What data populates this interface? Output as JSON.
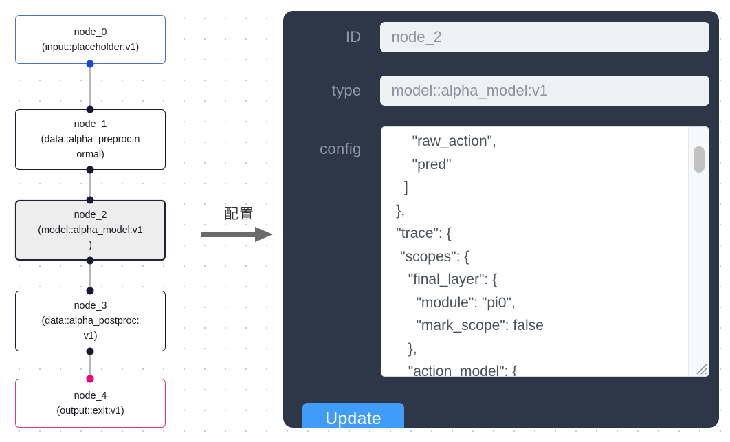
{
  "graph": {
    "nodes": [
      {
        "id": "node_0",
        "label": "node_0\n(input::placeholder:v1)",
        "kind": "input"
      },
      {
        "id": "node_1",
        "label": "node_1\n(data::alpha_preproc:n\normal)",
        "kind": "default"
      },
      {
        "id": "node_2",
        "label": "node_2\n(model::alpha_model:v1\n)",
        "kind": "selected"
      },
      {
        "id": "node_3",
        "label": "node_3\n(data::alpha_postproc:\nv1)",
        "kind": "default"
      },
      {
        "id": "node_4",
        "label": "node_4\n(output::exit:v1)",
        "kind": "output"
      }
    ],
    "colors": {
      "input_border": "#4a72c4",
      "output_border": "#e8318f",
      "default_border": "#1a1a2e",
      "selected_fill": "#ededed",
      "edge": "#b5b5bd",
      "handle": "#1a1a36",
      "handle_input": "#1a47d4",
      "handle_output": "#f4007f"
    }
  },
  "annotation": {
    "text": "配置",
    "arrow_color": "#6b6b6b"
  },
  "panel": {
    "background": "#2d3748",
    "fields": {
      "id": {
        "label": "ID",
        "value": "node_2",
        "placeholder": "ID"
      },
      "type": {
        "label": "type",
        "value": "model::alpha_model:v1",
        "placeholder": "type"
      },
      "config": {
        "label": "config",
        "value": "      \"raw_action\",\n      \"pred\"\n    ]\n  },\n  \"trace\": {\n   \"scopes\": {\n     \"final_layer\": {\n       \"module\": \"pi0\",\n       \"mark_scope\": false\n     },\n     \"action_model\": {",
        "placeholder": "config"
      }
    },
    "update_button": {
      "label": "Update",
      "color": "#409cf8"
    }
  }
}
